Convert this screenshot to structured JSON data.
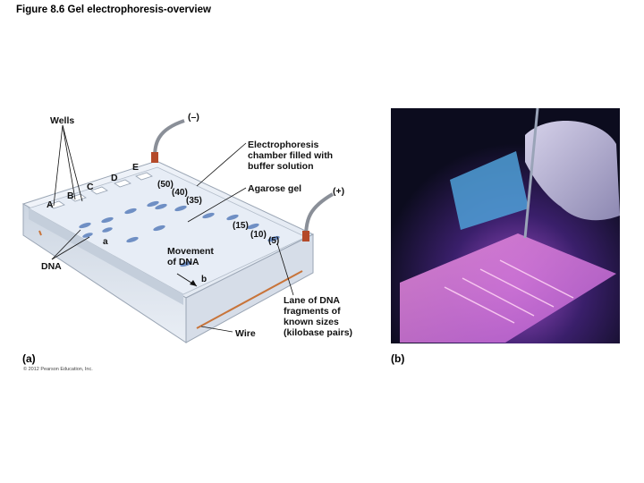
{
  "title": "Figure 8.6  Gel electrophoresis-overview",
  "diagram": {
    "wells_label": "Wells",
    "negative_label": "(–)",
    "positive_label": "(+)",
    "chamber_label_lines": [
      "Electrophoresis",
      "chamber filled with",
      "buffer solution"
    ],
    "agarose_label": "Agarose gel",
    "lane_letters": [
      "A",
      "B",
      "C",
      "D",
      "E"
    ],
    "sizes": [
      "(50)",
      "(40)",
      "(35)",
      "(15)",
      "(10)",
      "(5)"
    ],
    "band_a_label": "a",
    "band_b_label": "b",
    "movement_label_lines": [
      "Movement",
      "of DNA"
    ],
    "dna_label": "DNA",
    "wire_label": "Wire",
    "lane_label_lines": [
      "Lane of DNA",
      "fragments of",
      "known sizes",
      "(kilobase pairs)"
    ],
    "panel_a": "(a)",
    "panel_b": "(b)",
    "copyright": "© 2012 Pearson Education, Inc."
  }
}
